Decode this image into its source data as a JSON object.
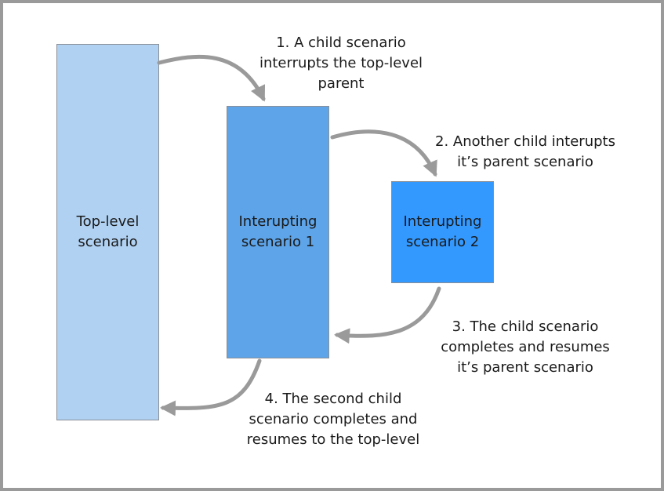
{
  "boxes": {
    "top_level": "Top-level scenario",
    "interrupting_1": "Interupting scenario 1",
    "interrupting_2": "Interupting scenario 2"
  },
  "notes": {
    "step_1": "1. A child scenario\ninterrupts the top-level\nparent",
    "step_2": "2. Another child interupts\nit’s parent scenario",
    "step_3": "3. The child scenario\ncompletes and resumes\nit’s parent scenario",
    "step_4": "4. The second child\nscenario completes and\nresumes to the top-level"
  },
  "colors": {
    "top_level_fill": "#b0d1f2",
    "interrupting_1_fill": "#5ea4e8",
    "interrupting_2_fill": "#3399ff",
    "arrow": "#9a9a9a",
    "frame": "#9a9a9a"
  }
}
